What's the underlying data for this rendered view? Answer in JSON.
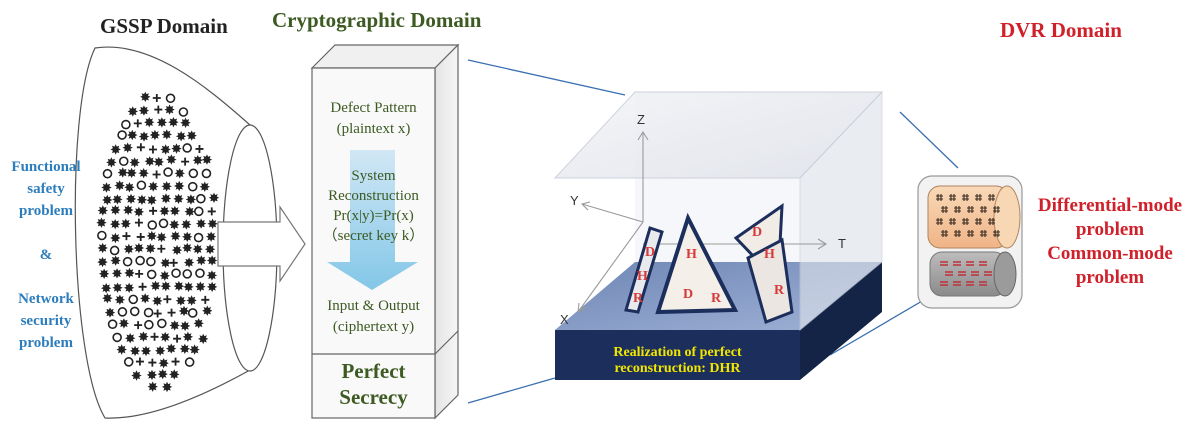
{
  "domains": {
    "gssp": {
      "title": "GSSP Domain",
      "color": "#222222"
    },
    "crypto": {
      "title": "Cryptographic Domain",
      "color": "#3c5a22"
    },
    "dvr": {
      "title": "DVR Domain",
      "color": "#d0202a"
    }
  },
  "gssp": {
    "labels": [
      "Functional",
      "safety",
      "problem",
      "&",
      "Network",
      "security",
      "problem"
    ],
    "color": "#2c7dbd"
  },
  "crypto_box": {
    "lines_top": [
      "Defect Pattern",
      "(plaintext x)"
    ],
    "lines_mid": [
      "System",
      "Reconstruction",
      "Pr(x|y)=Pr(x)",
      "（secret key k）"
    ],
    "lines_bottom": [
      "Input & Output",
      "(ciphertext y)"
    ],
    "footer": [
      "Perfect",
      "Secrecy"
    ]
  },
  "dhr_cube": {
    "axes": {
      "z": "Z",
      "y": "Y",
      "x": "X",
      "t": "T"
    },
    "base_label": [
      "Realization of perfect",
      "reconstruction: DHR"
    ],
    "base_color": "#1c2f5c",
    "label_color": "#f2e600",
    "panel_letters": [
      "D",
      "H",
      "R"
    ]
  },
  "dvr": {
    "labels": [
      "Differential-mode",
      "problem",
      "Common-mode",
      "problem"
    ]
  }
}
